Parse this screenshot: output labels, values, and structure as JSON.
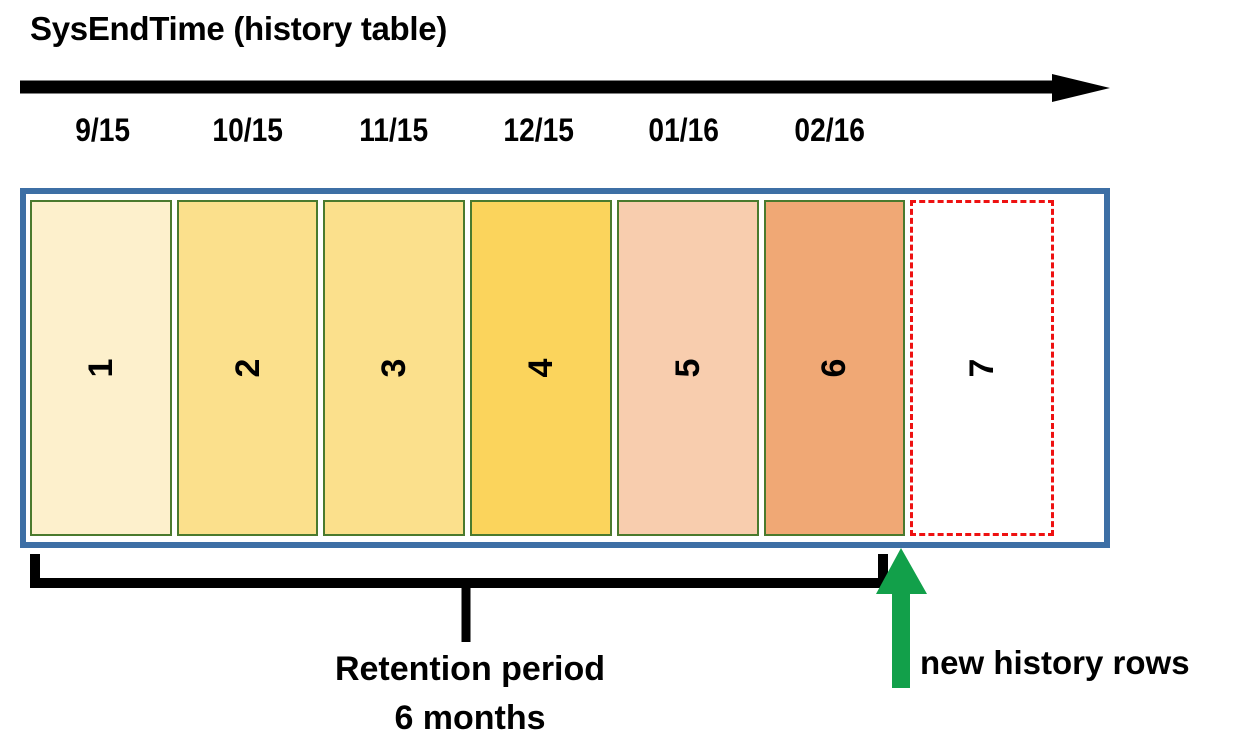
{
  "title": "SysEndTime (history table)",
  "axis": {
    "icon": "right-arrow-icon",
    "direction": "right"
  },
  "timeline": {
    "dates": [
      "9/15",
      "10/15",
      "11/15",
      "12/15",
      "01/16",
      "02/16"
    ]
  },
  "container": {
    "border_color": "#3D6FA5"
  },
  "partitions": [
    {
      "label": "1",
      "fill": "#FDF0CC",
      "border_color": "#4A7A2E",
      "state": "retained"
    },
    {
      "label": "2",
      "fill": "#FBE08C",
      "border_color": "#4A7A2E",
      "state": "retained"
    },
    {
      "label": "3",
      "fill": "#FBE08C",
      "border_color": "#4A7A2E",
      "state": "retained"
    },
    {
      "label": "4",
      "fill": "#FBD45C",
      "border_color": "#4A7A2E",
      "state": "retained"
    },
    {
      "label": "5",
      "fill": "#F8CDAE",
      "border_color": "#4A7A2E",
      "state": "retained"
    },
    {
      "label": "6",
      "fill": "#F0A875",
      "border_color": "#4A7A2E",
      "state": "retained"
    },
    {
      "label": "7",
      "fill": "#FFFFFF",
      "border_color": "#EE1111",
      "state": "pending"
    }
  ],
  "retention": {
    "line1": "Retention period",
    "line2": "6 months",
    "bracket_color": "#000000"
  },
  "new_rows": {
    "label": "new history rows",
    "arrow_color": "#12A04A",
    "icon": "up-arrow-icon"
  }
}
